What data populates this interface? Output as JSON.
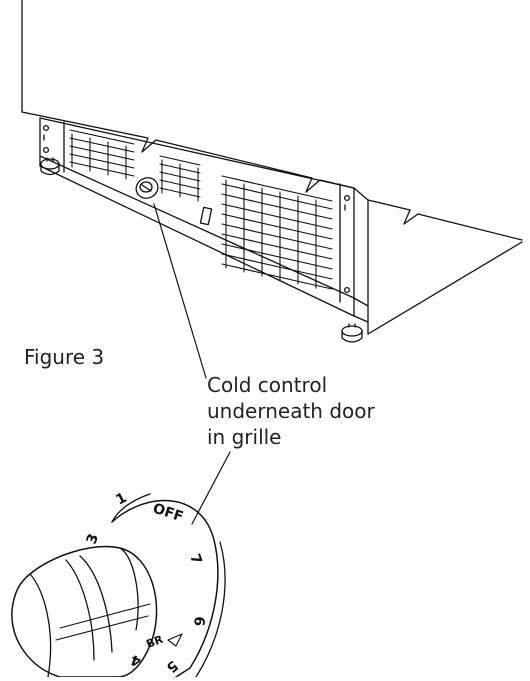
{
  "figure_label": "Figure 3",
  "callout": {
    "line1": "Cold control",
    "line2": "underneath door",
    "line3": "in grille"
  },
  "dial_markings": [
    "1",
    "OFF",
    "7",
    "6",
    "5",
    "4",
    "3"
  ],
  "dial_partial_marking": "BR"
}
